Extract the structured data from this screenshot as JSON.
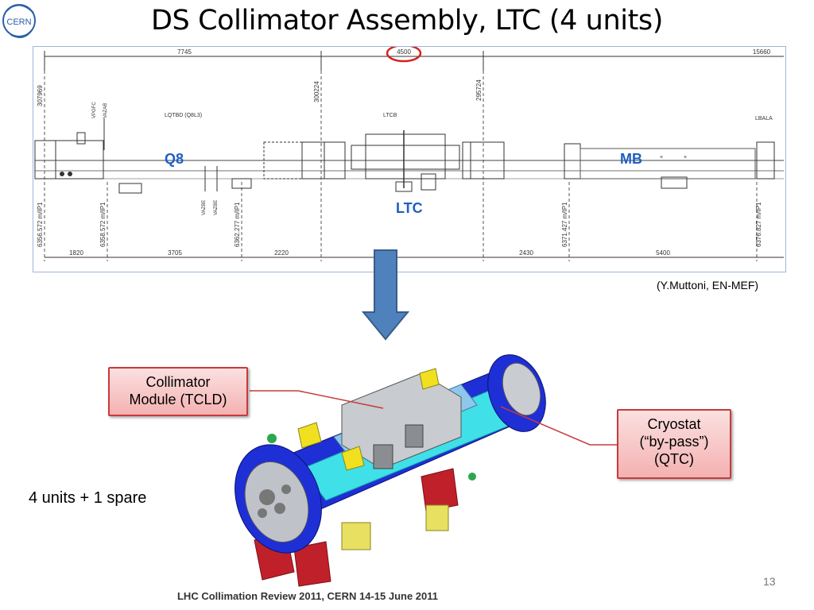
{
  "title": "DS Collimator Assembly, LTC (4 units)",
  "logo_text": "CERN",
  "drawing": {
    "dims_top": [
      "7745",
      "4500",
      "15660"
    ],
    "dims_bottom": [
      "1820",
      "3705",
      "2220",
      "2430",
      "5400"
    ],
    "stations_top": [
      "307969",
      "300224",
      "295724"
    ],
    "stations_bottom": [
      "6356.572 m/IP1",
      "6358.572 m/IP1",
      "6362.277 m/IP1",
      "6371.427 m/IP1",
      "6376.827 m/IP1"
    ],
    "section_labels": [
      "LQTBD (Q8L3)",
      "LTCB",
      "LBALA"
    ],
    "valve_labels": [
      "VPGFC",
      "VAZAB",
      "VAZBE",
      "VAZBE"
    ],
    "q8_label": "Q8",
    "mb_label": "MB",
    "ltc_label": "LTC"
  },
  "credit": "(Y.Muttoni, EN-MEF)",
  "callouts": {
    "collimator_line1": "Collimator",
    "collimator_line2": "Module (TCLD)",
    "cryostat_line1": "Cryostat",
    "cryostat_line2": "(“by-pass”)",
    "cryostat_line3": "(QTC)"
  },
  "units_note": "4 units + 1 spare",
  "footer": "LHC Collimation Review 2011, CERN 14-15 June 2011",
  "page_number": "13",
  "colors": {
    "label_blue": "#1f5fc0",
    "highlight_red": "#d42020",
    "arrow_blue": "#4f81bd",
    "cryostat_blue": "#1e2fd6",
    "inner_cyan": "#3fe0e8",
    "support_red": "#c0202a",
    "support_yellow": "#e8e060"
  }
}
